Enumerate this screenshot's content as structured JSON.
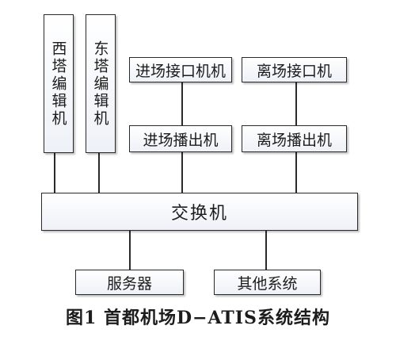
{
  "diagram": {
    "west_tower": "西塔编辑机",
    "east_tower": "东塔编辑机",
    "arrival_interface": "进场接口机机",
    "departure_interface": "离场接口机",
    "arrival_broadcast": "进场播出机",
    "departure_broadcast": "离场播出机",
    "switch": "交换机",
    "server": "服务器",
    "other_systems": "其他系统"
  },
  "caption": "图1 首都机场D−ATIS系统结构"
}
